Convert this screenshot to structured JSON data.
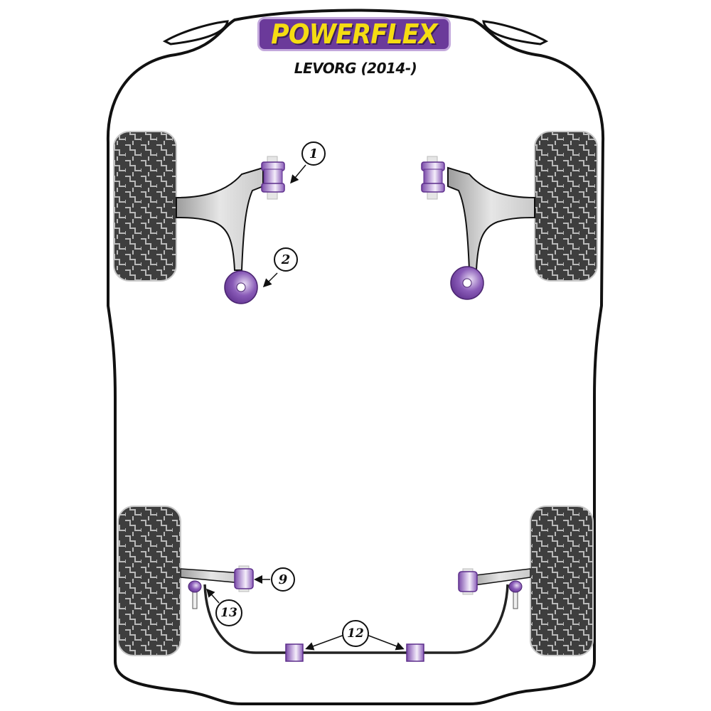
{
  "brand": {
    "logo_text": "POWERFLEX",
    "logo_bg_color": "#6b3a9a",
    "logo_text_color": "#f5dc12"
  },
  "vehicle": {
    "model_label": "LEVORG (2014-)"
  },
  "diagram": {
    "view": "top-down chassis outline",
    "callouts": [
      {
        "id": "1",
        "label": "1",
        "part": "front lower arm front bushing (left)"
      },
      {
        "id": "2",
        "label": "2",
        "part": "front lower arm rear bushing (left)"
      },
      {
        "id": "9",
        "label": "9",
        "part": "rear trailing/lateral arm bushing (left)"
      },
      {
        "id": "12",
        "label": "12",
        "part": "rear anti-roll bar mounting bushings"
      },
      {
        "id": "13",
        "label": "13",
        "part": "rear anti-roll bar drop link bushing (left)"
      }
    ],
    "colors": {
      "bushing_purple": "#8a5cb8",
      "tyre_dark": "#3e3e3e",
      "outline": "#111111",
      "arm_grey": "#d8d8d8"
    }
  }
}
